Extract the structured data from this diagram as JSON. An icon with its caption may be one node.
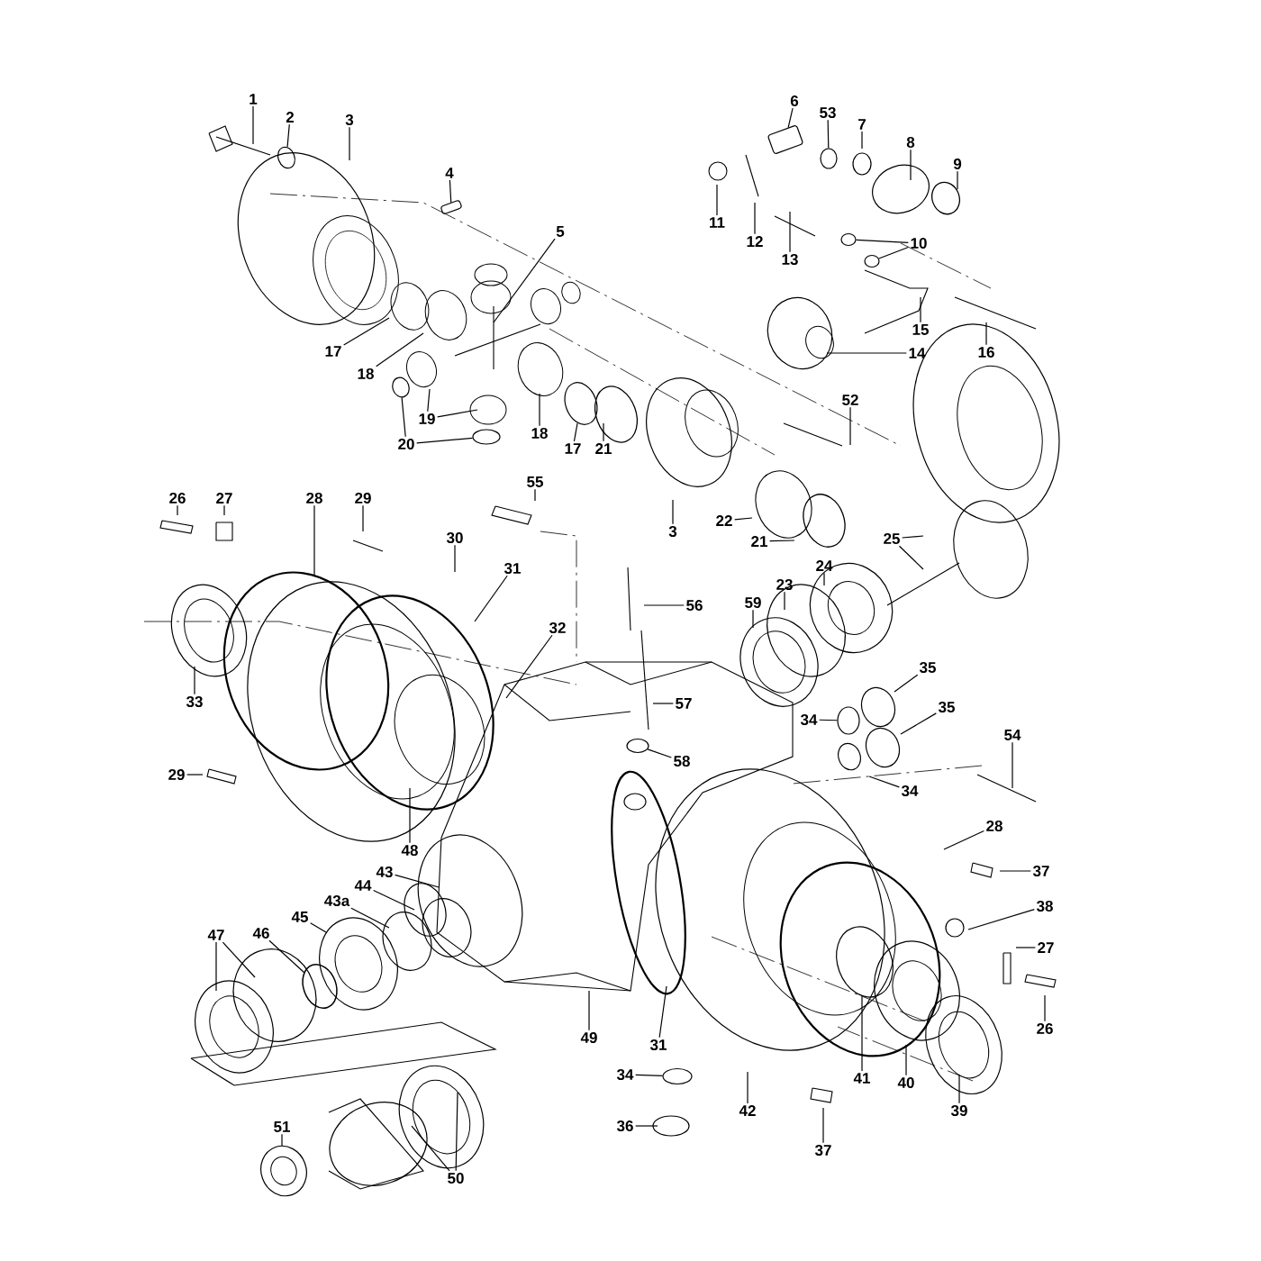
{
  "diagram": {
    "nodes": [
      {
        "text": [
          "1"
        ]
      },
      {
        "text": [
          "2"
        ]
      },
      {
        "text": [
          "3"
        ]
      },
      {
        "text": [
          "4"
        ]
      },
      {
        "text": [
          "5"
        ]
      },
      {
        "text": [
          "6"
        ]
      },
      {
        "text": [
          "53"
        ]
      },
      {
        "text": [
          "7"
        ]
      },
      {
        "text": [
          "8"
        ]
      },
      {
        "text": [
          "9"
        ]
      },
      {
        "text": [
          "11"
        ]
      },
      {
        "text": [
          "12"
        ]
      },
      {
        "text": [
          "13"
        ]
      },
      {
        "text": [
          "10"
        ]
      },
      {
        "text": [
          "15"
        ]
      },
      {
        "text": [
          "16"
        ]
      },
      {
        "text": [
          "14"
        ]
      },
      {
        "text": [
          "17"
        ]
      },
      {
        "text": [
          "18"
        ]
      },
      {
        "text": [
          "19"
        ]
      },
      {
        "text": [
          "20"
        ]
      },
      {
        "text": [
          "18"
        ]
      },
      {
        "text": [
          "17"
        ]
      },
      {
        "text": [
          "21"
        ]
      },
      {
        "text": [
          "52"
        ]
      },
      {
        "text": [
          "55"
        ]
      },
      {
        "text": [
          "3"
        ]
      },
      {
        "text": [
          "22"
        ]
      },
      {
        "text": [
          "21"
        ]
      },
      {
        "text": [
          "25"
        ]
      },
      {
        "text": [
          "26"
        ]
      },
      {
        "text": [
          "27"
        ]
      },
      {
        "text": [
          "28"
        ]
      },
      {
        "text": [
          "29"
        ]
      },
      {
        "text": [
          "30"
        ]
      },
      {
        "text": [
          "31"
        ]
      },
      {
        "text": [
          "56"
        ]
      },
      {
        "text": [
          "24"
        ]
      },
      {
        "text": [
          "23"
        ]
      },
      {
        "text": [
          "59"
        ]
      },
      {
        "text": [
          "32"
        ]
      },
      {
        "text": [
          "35"
        ]
      },
      {
        "text": [
          "57"
        ]
      },
      {
        "text": [
          "33"
        ]
      },
      {
        "text": [
          "34"
        ]
      },
      {
        "text": [
          "35"
        ]
      },
      {
        "text": [
          "54"
        ]
      },
      {
        "text": [
          "58"
        ]
      },
      {
        "text": [
          "29"
        ]
      },
      {
        "text": [
          "34"
        ]
      },
      {
        "text": [
          "48"
        ]
      },
      {
        "text": [
          "28"
        ]
      },
      {
        "text": [
          "37"
        ]
      },
      {
        "text": [
          "43"
        ]
      },
      {
        "text": [
          "44"
        ]
      },
      {
        "text": [
          "43a"
        ]
      },
      {
        "text": [
          "38"
        ]
      },
      {
        "text": [
          "45"
        ]
      },
      {
        "text": [
          "47"
        ]
      },
      {
        "text": [
          "46"
        ]
      },
      {
        "text": [
          "27"
        ]
      },
      {
        "text": [
          "26"
        ]
      },
      {
        "text": [
          "49"
        ]
      },
      {
        "text": [
          "31"
        ]
      },
      {
        "text": [
          "34"
        ]
      },
      {
        "text": [
          "41"
        ]
      },
      {
        "text": [
          "40"
        ]
      },
      {
        "text": [
          "39"
        ]
      },
      {
        "text": [
          "42"
        ]
      },
      {
        "text": [
          "36"
        ]
      },
      {
        "text": [
          "51"
        ]
      },
      {
        "text": [
          "37"
        ]
      },
      {
        "text": [
          "50"
        ]
      },
      {
        "text": [],
        "shape": "circle"
      },
      {
        "text": [],
        "shape": "cylinder"
      },
      {
        "text": [],
        "shape": "cylinder"
      },
      {
        "text": [],
        "shape": "circle"
      },
      {
        "text": [],
        "shape": "circle"
      },
      {
        "text": [],
        "shape": "circle"
      },
      {
        "text": [],
        "shape": "circle"
      },
      {
        "text": [],
        "shape": "circle"
      },
      {
        "text": [],
        "shape": "circle"
      },
      {
        "text": [],
        "shape": "circle"
      },
      {
        "text": [],
        "shape": "circle"
      },
      {
        "text": [],
        "shape": "circle"
      }
    ],
    "edges": [
      {
        "from": 0,
        "to": null,
        "arrow": "none"
      },
      {
        "from": 1,
        "to": 73,
        "arrow": "none"
      },
      {
        "from": 2,
        "to": null,
        "arrow": "none"
      },
      {
        "from": 3,
        "to": 74,
        "arrow": "none"
      },
      {
        "from": 4,
        "to": null,
        "arrow": "none"
      },
      {
        "from": 5,
        "to": 75,
        "arrow": "none"
      },
      {
        "from": 6,
        "to": 76,
        "arrow": "none"
      },
      {
        "from": 7,
        "to": null,
        "arrow": "none"
      },
      {
        "from": 8,
        "to": null,
        "arrow": "none"
      },
      {
        "from": 9,
        "to": null,
        "arrow": "none"
      },
      {
        "from": 10,
        "to": null,
        "arrow": "none"
      },
      {
        "from": 11,
        "to": null,
        "arrow": "none"
      },
      {
        "from": 12,
        "to": null,
        "arrow": "none"
      },
      {
        "from": 13,
        "to": 77,
        "arrow": "none"
      },
      {
        "from": 13,
        "to": 78,
        "arrow": "none"
      },
      {
        "from": 14,
        "to": null,
        "arrow": "none"
      },
      {
        "from": 15,
        "to": null,
        "arrow": "none"
      },
      {
        "from": 16,
        "to": null,
        "arrow": "none"
      },
      {
        "from": 17,
        "to": null,
        "arrow": "none"
      },
      {
        "from": 18,
        "to": null,
        "arrow": "none"
      },
      {
        "from": 19,
        "to": null,
        "arrow": "none"
      },
      {
        "from": 19,
        "to": null,
        "arrow": "none"
      },
      {
        "from": 20,
        "to": 79,
        "arrow": "none"
      },
      {
        "from": 20,
        "to": 80,
        "arrow": "none"
      },
      {
        "from": 21,
        "to": null,
        "arrow": "none"
      },
      {
        "from": 22,
        "to": 81,
        "arrow": "none"
      },
      {
        "from": 23,
        "to": null,
        "arrow": "none"
      },
      {
        "from": 24,
        "to": null,
        "arrow": "none"
      },
      {
        "from": 25,
        "to": null,
        "arrow": "none"
      },
      {
        "from": 26,
        "to": null,
        "arrow": "none"
      },
      {
        "from": 27,
        "to": null,
        "arrow": "none"
      },
      {
        "from": 28,
        "to": null,
        "arrow": "none"
      },
      {
        "from": 29,
        "to": null,
        "arrow": "none"
      },
      {
        "from": 29,
        "to": null,
        "arrow": "none"
      },
      {
        "from": 30,
        "to": null,
        "arrow": "none"
      },
      {
        "from": 31,
        "to": null,
        "arrow": "none"
      },
      {
        "from": 32,
        "to": null,
        "arrow": "none"
      },
      {
        "from": 33,
        "to": null,
        "arrow": "none"
      },
      {
        "from": 34,
        "to": null,
        "arrow": "none"
      },
      {
        "from": 35,
        "to": null,
        "arrow": "none"
      },
      {
        "from": 36,
        "to": null,
        "arrow": "none"
      },
      {
        "from": 37,
        "to": null,
        "arrow": "none"
      },
      {
        "from": 38,
        "to": null,
        "arrow": "none"
      },
      {
        "from": 39,
        "to": null,
        "arrow": "none"
      },
      {
        "from": 40,
        "to": null,
        "arrow": "none"
      },
      {
        "from": 41,
        "to": null,
        "arrow": "none"
      },
      {
        "from": 42,
        "to": null,
        "arrow": "none"
      },
      {
        "from": 43,
        "to": null,
        "arrow": "none"
      },
      {
        "from": 44,
        "to": 84,
        "arrow": "none"
      },
      {
        "from": 45,
        "to": null,
        "arrow": "none"
      },
      {
        "from": 46,
        "to": null,
        "arrow": "none"
      },
      {
        "from": 47,
        "to": 82,
        "arrow": "none"
      },
      {
        "from": 48,
        "to": null,
        "arrow": "none"
      },
      {
        "from": 49,
        "to": null,
        "arrow": "none"
      },
      {
        "from": 50,
        "to": null,
        "arrow": "none"
      },
      {
        "from": 51,
        "to": null,
        "arrow": "none"
      },
      {
        "from": 52,
        "to": null,
        "arrow": "none"
      },
      {
        "from": 53,
        "to": null,
        "arrow": "none"
      },
      {
        "from": 54,
        "to": null,
        "arrow": "none"
      },
      {
        "from": 55,
        "to": null,
        "arrow": "none"
      },
      {
        "from": 56,
        "to": null,
        "arrow": "none"
      },
      {
        "from": 57,
        "to": null,
        "arrow": "none"
      },
      {
        "from": 58,
        "to": null,
        "arrow": "none"
      },
      {
        "from": 58,
        "to": null,
        "arrow": "none"
      },
      {
        "from": 59,
        "to": null,
        "arrow": "none"
      },
      {
        "from": 60,
        "to": null,
        "arrow": "none"
      },
      {
        "from": 61,
        "to": null,
        "arrow": "none"
      },
      {
        "from": 62,
        "to": null,
        "arrow": "none"
      },
      {
        "from": 63,
        "to": null,
        "arrow": "none"
      },
      {
        "from": 64,
        "to": 83,
        "arrow": "none"
      },
      {
        "from": 65,
        "to": null,
        "arrow": "none"
      },
      {
        "from": 66,
        "to": null,
        "arrow": "none"
      },
      {
        "from": 67,
        "to": null,
        "arrow": "none"
      },
      {
        "from": 68,
        "to": null,
        "arrow": "none"
      },
      {
        "from": 69,
        "to": null,
        "arrow": "none"
      },
      {
        "from": 70,
        "to": null,
        "arrow": "none"
      },
      {
        "from": 71,
        "to": null,
        "arrow": "none"
      },
      {
        "from": 72,
        "to": null,
        "arrow": "none"
      },
      {
        "from": 72,
        "to": null,
        "arrow": "none"
      }
    ]
  }
}
